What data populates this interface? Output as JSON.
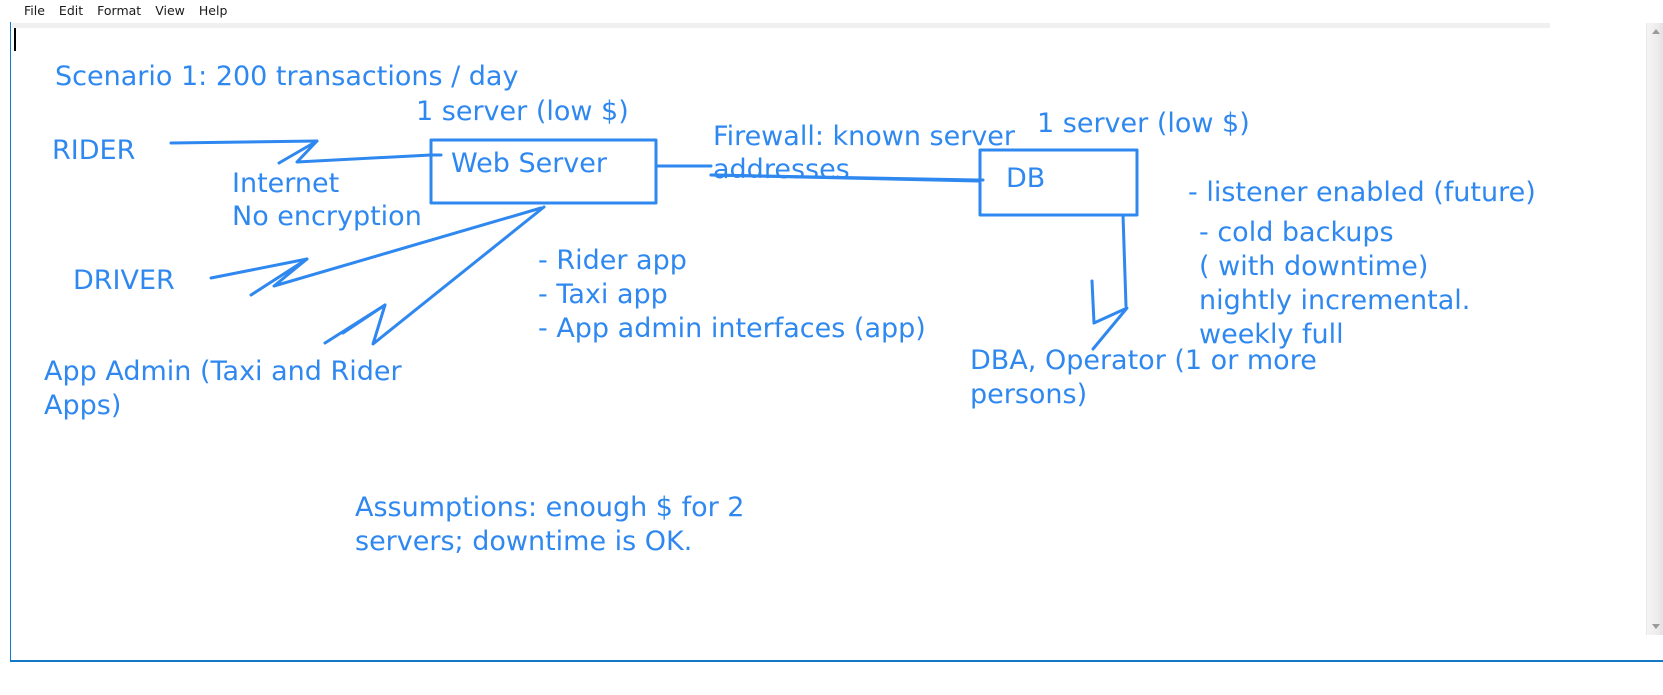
{
  "window": {
    "border_color": "#1278c8",
    "ink_color": "#2f88f0",
    "background": "#ffffff"
  },
  "menubar": {
    "items": [
      {
        "label": "File"
      },
      {
        "label": "Edit"
      },
      {
        "label": "Format"
      },
      {
        "label": "View"
      },
      {
        "label": "Help"
      }
    ]
  },
  "scrollbar": {
    "up_arrow": "scroll-up-arrow",
    "down_arrow": "scroll-down-arrow"
  },
  "diagram": {
    "title": "Scenario 1: 200 transactions / day",
    "nodes": [
      {
        "id": "web-server",
        "label": "Web Server",
        "caption": "1 server (low $)"
      },
      {
        "id": "db",
        "label": "DB",
        "caption": "1 server (low $)"
      }
    ],
    "actors": [
      {
        "id": "rider",
        "label": "RIDER"
      },
      {
        "id": "driver",
        "label": "DRIVER"
      },
      {
        "id": "app-admin",
        "label": "App Admin (Taxi and Rider",
        "label_line2": "Apps)"
      },
      {
        "id": "dba",
        "label": "DBA, Operator (1 or more",
        "label_line2": "persons)"
      }
    ],
    "link_labels": {
      "internet": "Internet",
      "no_encryption": "No encryption",
      "firewall_line1": "Firewall: known server",
      "firewall_line2": "addresses"
    },
    "web_server_notes": [
      "- Rider app",
      "- Taxi app",
      "- App admin interfaces (app)"
    ],
    "db_notes": [
      "- listener enabled (future)",
      "- cold backups",
      "( with downtime)",
      "nightly incremental.",
      "weekly full"
    ],
    "assumptions_line1": "Assumptions: enough $ for 2",
    "assumptions_line2": "servers; downtime is OK."
  }
}
